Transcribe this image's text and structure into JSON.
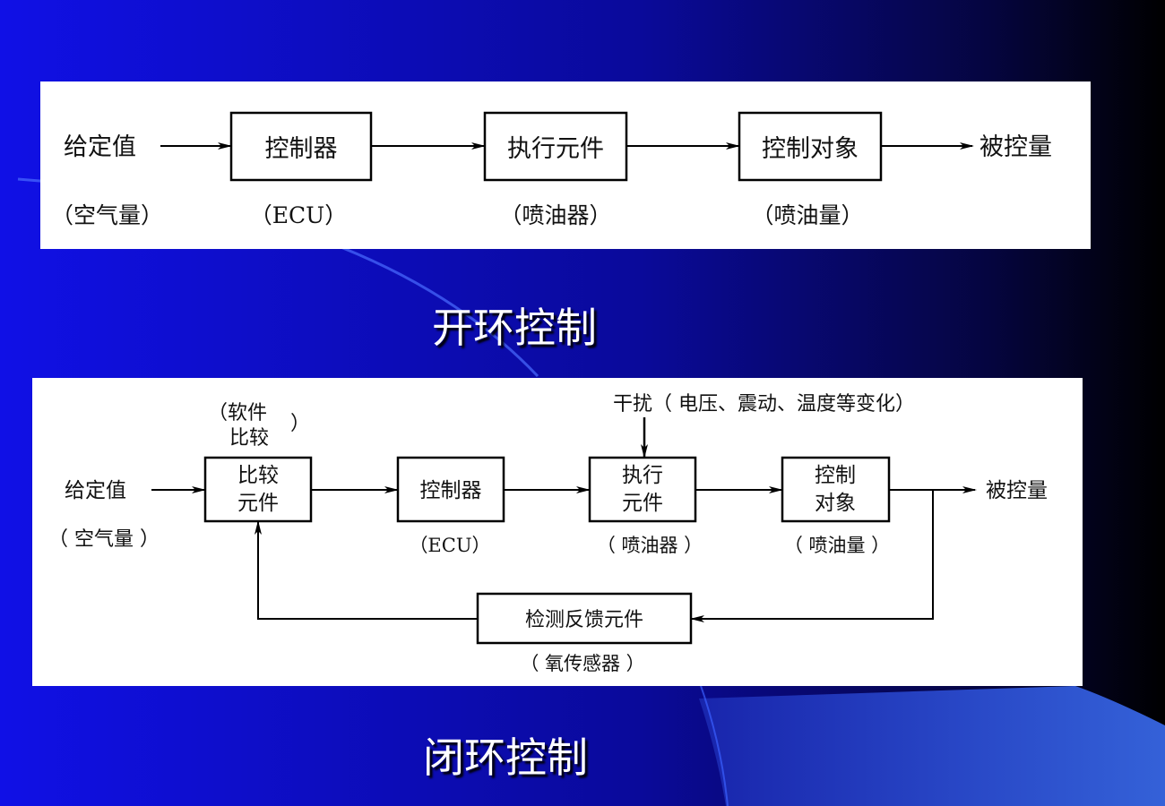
{
  "open_loop": {
    "title": "开环控制",
    "input_label": "给定值",
    "input_sub": "（空气量）",
    "blocks": [
      {
        "label": "控制器",
        "sub": "（ECU）"
      },
      {
        "label": "执行元件",
        "sub": "（喷油器）"
      },
      {
        "label": "控制对象",
        "sub": "（喷油量）"
      }
    ],
    "output_label": "被控量"
  },
  "closed_loop": {
    "title": "闭环控制",
    "input_label": "给定值",
    "input_sub": "（ 空气量 ）",
    "comparator": {
      "line1": "比较",
      "line2": "元件",
      "note1": "（软件",
      "note2": "比较",
      "note_close": "）"
    },
    "controller": {
      "label": "控制器",
      "sub": "（ECU）"
    },
    "actuator": {
      "line1": "执行",
      "line2": "元件",
      "sub": "（ 喷油器 ）"
    },
    "plant": {
      "line1": "控制",
      "line2": "对象",
      "sub": "（ 喷油量 ）"
    },
    "disturbance": "干扰（ 电压、震动、温度等变化）",
    "output_label": "被控量",
    "feedback": {
      "label": "检测反馈元件",
      "sub": "（ 氧传感器 ）"
    }
  }
}
